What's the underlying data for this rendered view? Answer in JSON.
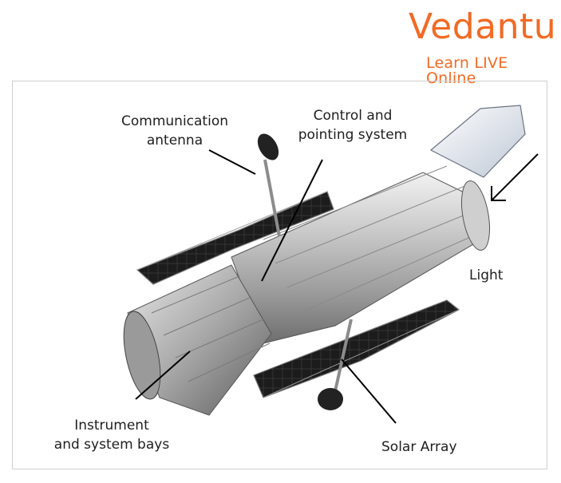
{
  "logo": {
    "wordmark": "Vedantu",
    "tagline": "Learn LIVE Online",
    "color": "#f26a24"
  },
  "labels": {
    "communication_line1": "Communication",
    "communication_line2": "antenna",
    "control_line1": "Control and",
    "control_line2": "pointing system",
    "light": "Light",
    "instrument_line1": "Instrument",
    "instrument_line2": "and system bays",
    "solar_array": "Solar Array"
  }
}
